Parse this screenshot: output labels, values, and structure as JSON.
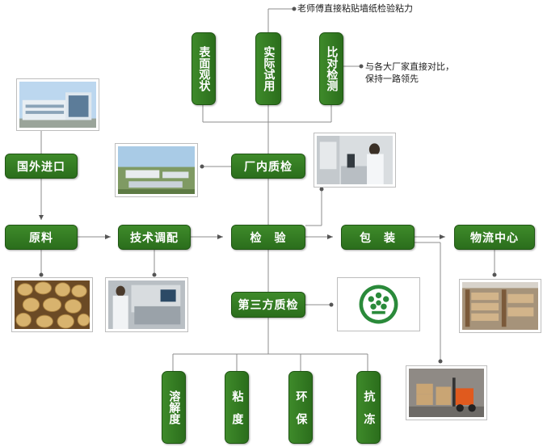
{
  "process": {
    "import": "国外进口",
    "raw_material": "原料",
    "tech_mix": "技术调配",
    "inspection": "检　验",
    "packaging": "包　装",
    "logistics": "物流中心",
    "factory_qc": "厂内质检",
    "third_party_qc": "第三方质检"
  },
  "tests_top": [
    "表面观状",
    "实际试用",
    "比对检测"
  ],
  "tests_bottom": [
    "溶解度",
    "粘　度",
    "环　保",
    "抗　冻"
  ],
  "notes": {
    "top": "老师傅直接粘贴墙纸检验粘力",
    "right_line1": "与各大厂家直接对比，",
    "right_line2": "保持一路领先"
  },
  "colors": {
    "box": "#2f7320",
    "line": "#8c8c8c",
    "dot": "#555555"
  },
  "images": [
    "factory-building-photo",
    "factory-aerial-photo",
    "lab-photo",
    "potatoes-photo",
    "machine-photo",
    "certification-logo",
    "warehouse-photo",
    "forklift-photo"
  ]
}
